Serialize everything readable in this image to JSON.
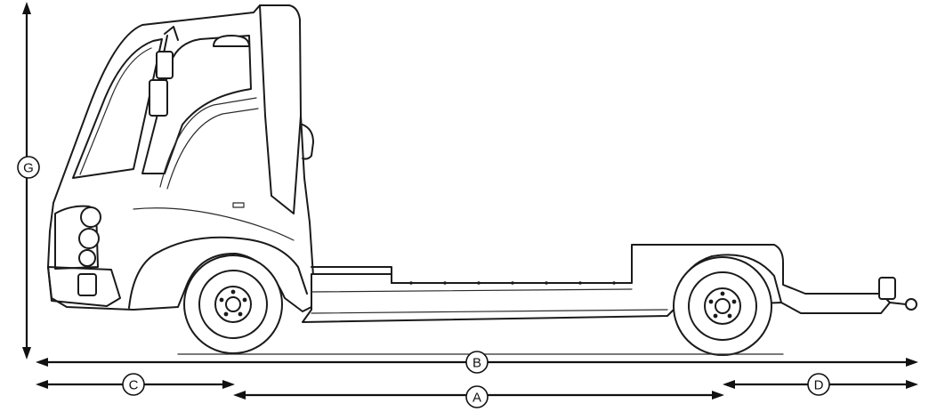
{
  "labels": {
    "overall_length": "B",
    "wheelbase": "A",
    "front_overhang": "C",
    "rear_overhang": "D",
    "height": "G"
  },
  "colors": {
    "line": "#1a1a1a",
    "background": "#ffffff"
  }
}
